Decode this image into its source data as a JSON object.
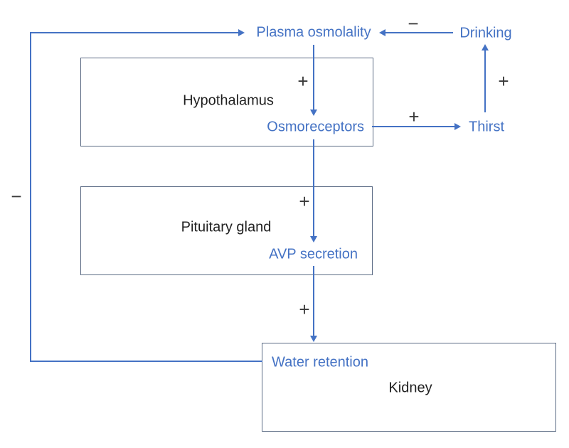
{
  "diagram": {
    "type": "feedback-loop",
    "colors": {
      "accent_blue": "#4472C4",
      "box_border": "#5B6B84",
      "sign_color": "#3a3a3a",
      "dark_text": "#1f1f1f",
      "background": "#ffffff"
    },
    "nodes": {
      "plasma_osmolality": "Plasma osmolality",
      "drinking": "Drinking",
      "hypothalamus": "Hypothalamus",
      "osmoreceptors": "Osmoreceptors",
      "thirst": "Thirst",
      "pituitary_gland": "Pituitary gland",
      "avp_secretion": "AVP secretion",
      "water_retention": "Water retention",
      "kidney": "Kidney"
    },
    "signs": {
      "plasma_to_osmoreceptors": "+",
      "osmoreceptors_to_thirst": "+",
      "thirst_to_drinking": "+",
      "drinking_to_plasma": "−",
      "osmoreceptors_to_avp": "+",
      "avp_to_water_retention": "+",
      "water_retention_feedback": "−"
    }
  }
}
